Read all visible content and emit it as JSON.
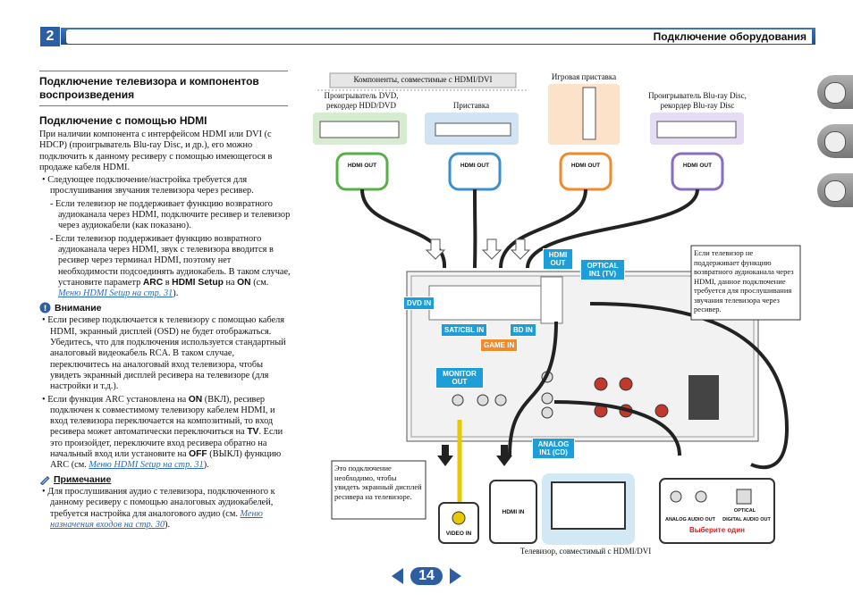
{
  "header": {
    "chapter": "2",
    "title": "Подключение оборудования"
  },
  "section": {
    "title": "Подключение телевизора и компонентов воспроизведения",
    "subtitle": "Подключение с помощью HDMI",
    "intro": "При наличии компонента с интерфейсом HDMI или DVI (с HDCP) (проигрыватель Blu-ray Disc, и др.), его можно подключить к данному ресиверу с помощью имеющегося в продаже кабеля HDMI.",
    "bullet1": "Следующее подключение/настройка требуется для прослушивания звучания телевизора через ресивер.",
    "dash1": "Если телевизор не поддерживает функцию возвратного аудиоканала через HDMI, подключите ресивер и телевизор через аудиокабели (как показано).",
    "dash2_a": "Если телевизор поддерживает функцию возвратного аудиоканала через HDMI, звук с телевизора вводится в ресивер через терминал HDMI, поэтому нет необходимости подсоединять аудиокабель. В таком случае, установите параметр ",
    "dash2_arc": "ARC",
    "dash2_b": " в ",
    "dash2_hdmi": "HDMI Setup",
    "dash2_c": " на ",
    "dash2_on": "ON",
    "dash2_d": " (см. ",
    "dash2_link": "Меню HDMI Setup на стр. 31",
    "dash2_e": ").",
    "caution_title": "Внимание",
    "caution1": "Если ресивер подключается к телевизору с помощью кабеля HDMI, экранный дисплей (OSD) не будет отображаться. Убедитесь, что для подключения используется стандартный аналоговый видеокабель RCA. В таком случае, переключитесь на аналоговый вход телевизора, чтобы увидеть экранный дисплей ресивера на телевизоре (для настройки и т.д.).",
    "caution2_a": "Если функция ARC установлена на ",
    "caution2_on": "ON",
    "caution2_b": " (ВКЛ), ресивер подключен к совместимому телевизору кабелем HDMI, и вход телевизора переключается на композитный, то вход ресивера может автоматически переключиться на ",
    "caution2_tv": "TV",
    "caution2_c": ". Если это произойдет, переключите вход ресивера обратно на начальный вход или установите на ",
    "caution2_off": "OFF",
    "caution2_d": " (ВЫКЛ) функцию ARC (см. ",
    "caution2_link": "Меню HDMI Setup на стр. 31",
    "caution2_e": ").",
    "note_title": "Примечание",
    "note1_a": "Для прослушивания аудио с телевизора, подключенного к данному ресиверу с помощью аналоговых аудиокабелей, требуется настройка для аналогового аудио (см. ",
    "note1_link": "Меню назначения входов на стр. 30",
    "note1_b": ")."
  },
  "diagram": {
    "compat_box": "Компоненты, совместимые с HDMI/DVI",
    "dev_dvd": "Проигрыватель DVD, рекордер HDD/DVD",
    "dev_stb": "Приставка",
    "dev_game": "Игровая приставка",
    "dev_bd": "Проигрыватель Blu-ray Disc, рекордер Blu-ray Disc",
    "hdmi_out": "HDMI OUT",
    "tags": {
      "dvd_in": "DVD IN",
      "satcbl_in": "SAT/CBL IN",
      "game_in": "GAME IN",
      "bd_in": "BD IN",
      "hdmi_out": "HDMI OUT",
      "optical_in": "OPTICAL IN1 (TV)",
      "monitor_out": "MONITOR OUT",
      "analog_in": "ANALOG IN1 (CD)"
    },
    "note_right": "Если телевизор не поддерживает функцию возвратного аудиоканала через HDMI, данное подключение требуется для прослушивания звучания телевизора через ресивер.",
    "note_osd": "Это подключение необходимо, чтобы увидеть экранный дисплей ресивера на телевизоре.",
    "video_in": "VIDEO IN",
    "hdmi_in": "HDMI IN",
    "tv_caption": "Телевизор, совместимый с HDMI/DVI",
    "analog_audio_out": "ANALOG AUDIO OUT",
    "digital_audio_out": "DIGITAL AUDIO OUT",
    "optical": "OPTICAL",
    "choose_one": "Выберите один",
    "colors": {
      "green": "#56b046",
      "blue": "#3b8fd0",
      "orange": "#f08a2a",
      "purple": "#8a6cc4",
      "tag": "#1c9fd8"
    }
  },
  "footer": {
    "page": "14"
  }
}
